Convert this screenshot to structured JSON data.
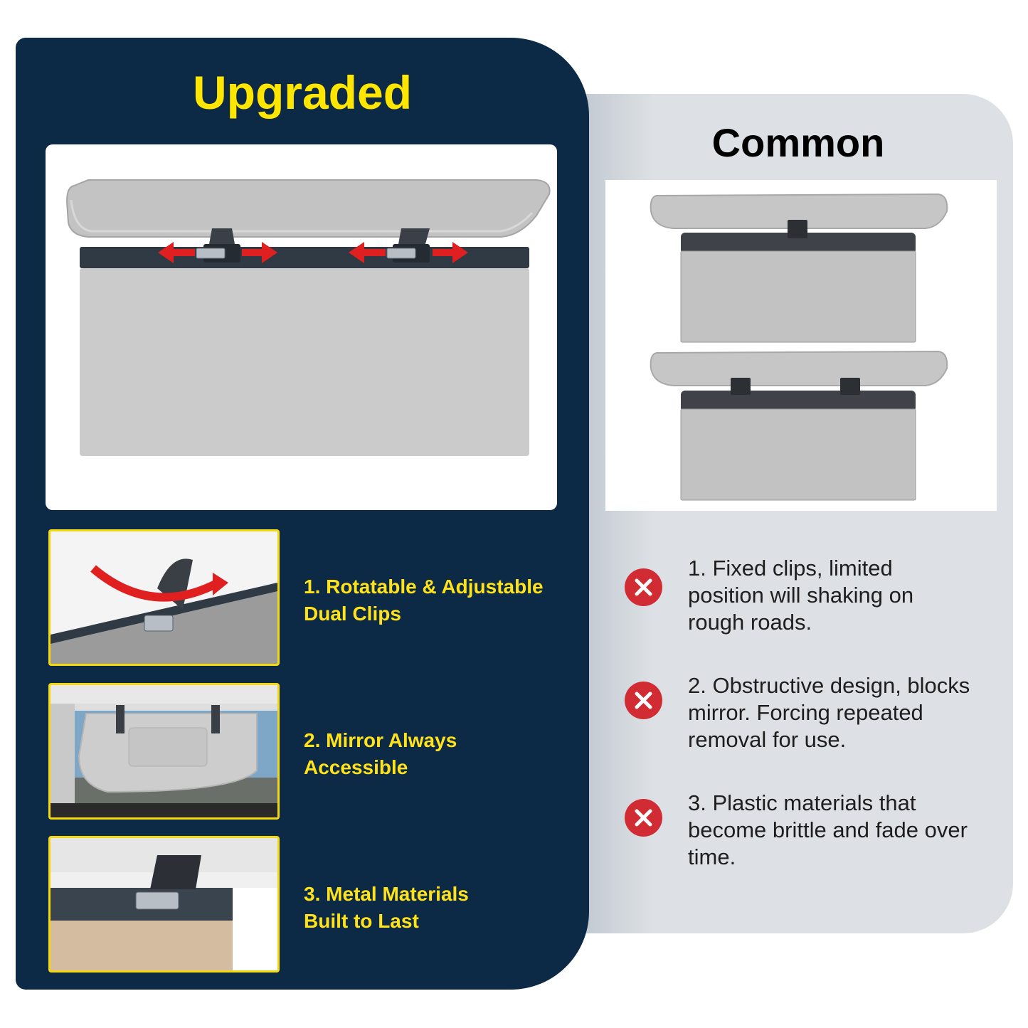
{
  "upgraded": {
    "title": "Upgraded",
    "features": [
      {
        "label": "1. Rotatable & Adjustable Dual Clips",
        "line1": "1. Rotatable & Adjustable",
        "line2": "Dual Clips"
      },
      {
        "label": "2. Mirror Always Accessible",
        "line1": "2. Mirror Always",
        "line2": "Accessible"
      },
      {
        "label": "3. Metal Materials Built to Last",
        "line1": "3. Metal Materials",
        "line2": "Built to Last"
      }
    ]
  },
  "common": {
    "title": "Common",
    "drawbacks": [
      {
        "line1": "1. Fixed clips, limited",
        "line2": "position will shaking on",
        "line3": "rough roads."
      },
      {
        "line1": "2. Obstructive design, blocks",
        "line2": "mirror. Forcing repeated",
        "line3": "removal for use."
      },
      {
        "line1": "3. Plastic materials that",
        "line2": "become brittle and fade over",
        "line3": "time."
      }
    ]
  },
  "colors": {
    "panel_navy": "#0c2945",
    "accent_yellow": "#ffe600",
    "panel_gray": "#dde1e5",
    "cross_red": "#d12c33",
    "arrow_red": "#e02020"
  },
  "icons": {
    "drawback": "close-icon",
    "adjust": "double-arrow-icon"
  }
}
